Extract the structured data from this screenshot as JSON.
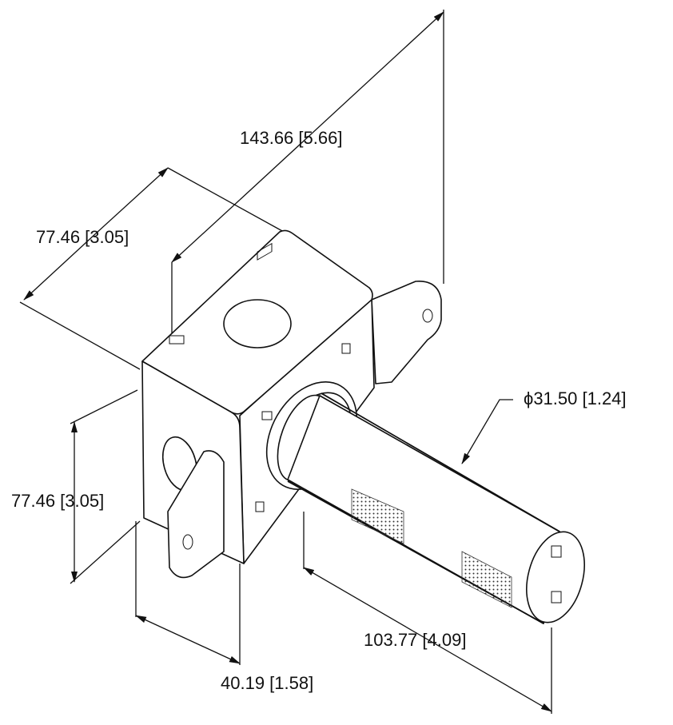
{
  "drawing": {
    "dimensions": {
      "overall_height": "143.66 [5.66]",
      "top_width": "77.46 [3.05]",
      "left_height": "77.46 [3.05]",
      "depth": "40.19 [1.58]",
      "rod_length": "103.77 [4.09]",
      "rod_diameter": "ϕ31.50 [1.24]"
    }
  }
}
